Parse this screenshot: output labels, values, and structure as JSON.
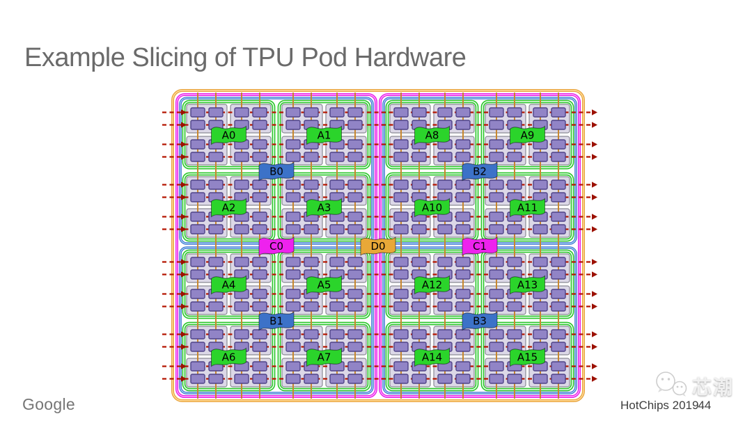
{
  "slide": {
    "title": "Example Slicing of TPU Pod Hardware",
    "footer": {
      "logo": "Google",
      "conference": "HotChips 2019",
      "page_number": "44"
    },
    "watermark": {
      "text": "芯潮"
    }
  },
  "pod": {
    "a_slice_labels": [
      "A0",
      "A1",
      "A8",
      "A9",
      "A2",
      "A3",
      "A10",
      "A11",
      "A4",
      "A5",
      "A12",
      "A13",
      "A6",
      "A7",
      "A14",
      "A15"
    ],
    "b_slice_labels": [
      "B0",
      "B2",
      "B1",
      "B3"
    ],
    "c_slice_labels": [
      "C0",
      "C1"
    ],
    "d_slice_labels": [
      "D0"
    ],
    "structure": {
      "chip_grid": "16x16",
      "chips_per_tray": 4,
      "trays_per_a_block": 4,
      "a_blocks_per_quadrant": 4,
      "quadrants": 4,
      "halves": 2
    },
    "colors": {
      "a_ring": "#2bc52b",
      "a_ring_highlight": "#eefff0",
      "b_ring": "#3a6bd0",
      "b_ring_highlight": "#aadcf2",
      "c_ring": "#e51be5",
      "c_ring_highlight": "#ffaaff",
      "d_ring": "#e8a33d",
      "d_ring_highlight": "#ffdf9e",
      "a_flag": "#2bd42b",
      "b_flag": "#3c72c8",
      "c_flag": "#ee22ee",
      "d_flag": "#e8a838",
      "flag_text": "#000000",
      "chip_fill": "#9184c6",
      "chip_border": "#4f4387",
      "tray_fill": "#dcd8e7",
      "tray_border": "#8a8a94",
      "horizontal_link": "#b41500",
      "arrowhead": "#9c1000",
      "vertical_link": "#c8872e"
    }
  }
}
